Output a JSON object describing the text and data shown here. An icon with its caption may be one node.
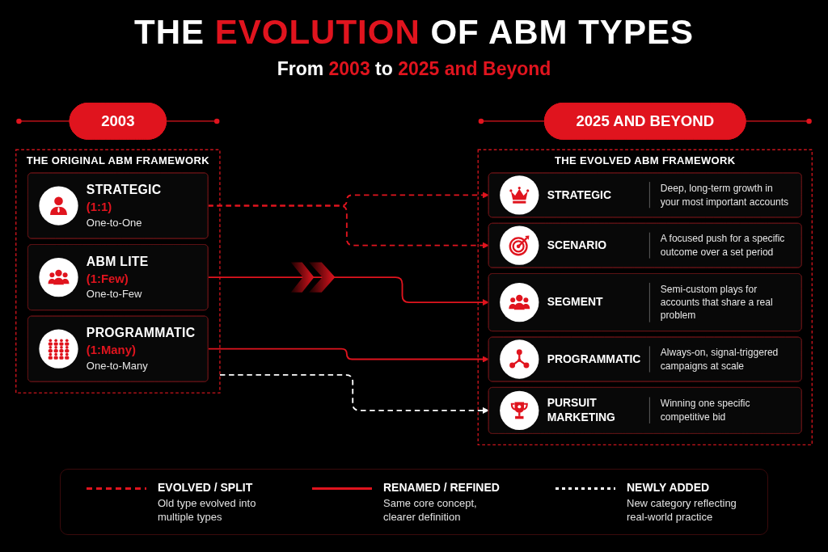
{
  "diagram": {
    "title": "THE EVOLUTION OF ABM TYPES",
    "nodes": [
      {
        "text": [
          "2003"
        ]
      },
      {
        "text": [
          "THE ORIGINAL ABM FRAMEWORK"
        ]
      },
      {
        "text": [
          "STRATEGIC",
          "(1:1)",
          "One-to-One"
        ],
        "in": 1
      },
      {
        "text": [
          "ABM LITE",
          "(1:Few)",
          "One-to-Few"
        ],
        "in": 1
      },
      {
        "text": [
          "PROGRAMMATIC",
          "(1:Many)",
          "One-to-Many"
        ],
        "in": 1
      },
      {
        "text": [
          "2025 AND BEYOND"
        ]
      },
      {
        "text": [
          "THE EVOLVED ABM FRAMEWORK"
        ]
      },
      {
        "text": [
          "STRATEGIC",
          "Deep, long-term growth in your most important accounts"
        ],
        "in": 6
      },
      {
        "text": [
          "SCENARIO",
          "A focused push for a specific outcome over a set period"
        ],
        "in": 6
      },
      {
        "text": [
          "SEGMENT",
          "Semi-custom plays for accounts that share a real problem"
        ],
        "in": 6
      },
      {
        "text": [
          "PROGRAMMATIC",
          "Always-on, signal-triggered campaigns at scale"
        ],
        "in": 6
      },
      {
        "text": [
          "PURSUIT MARKETING",
          "Winning one specific competitive bid"
        ],
        "in": 6
      }
    ],
    "edges": [
      {
        "from": 2,
        "to": 7,
        "arrow": "to",
        "style": "dashed"
      },
      {
        "from": 2,
        "to": 8,
        "arrow": "to",
        "style": "dashed"
      },
      {
        "from": 3,
        "to": 9,
        "arrow": "to"
      },
      {
        "from": 4,
        "to": 10,
        "arrow": "to"
      },
      {
        "from": 1,
        "to": 11,
        "arrow": "to",
        "style": "dashed",
        "color": "#ffffff"
      }
    ],
    "labels": [
      "From 2003 to 2025 and Beyond",
      "Old type evolved into multiple types",
      "Same core concept, clearer definition",
      "New category reflecting real-world practice"
    ],
    "legend": [
      {
        "text": "EVOLVED / SPLIT"
      },
      {
        "text": "RENAMED / REFINED"
      },
      {
        "text": "NEWLY ADDED"
      }
    ]
  }
}
